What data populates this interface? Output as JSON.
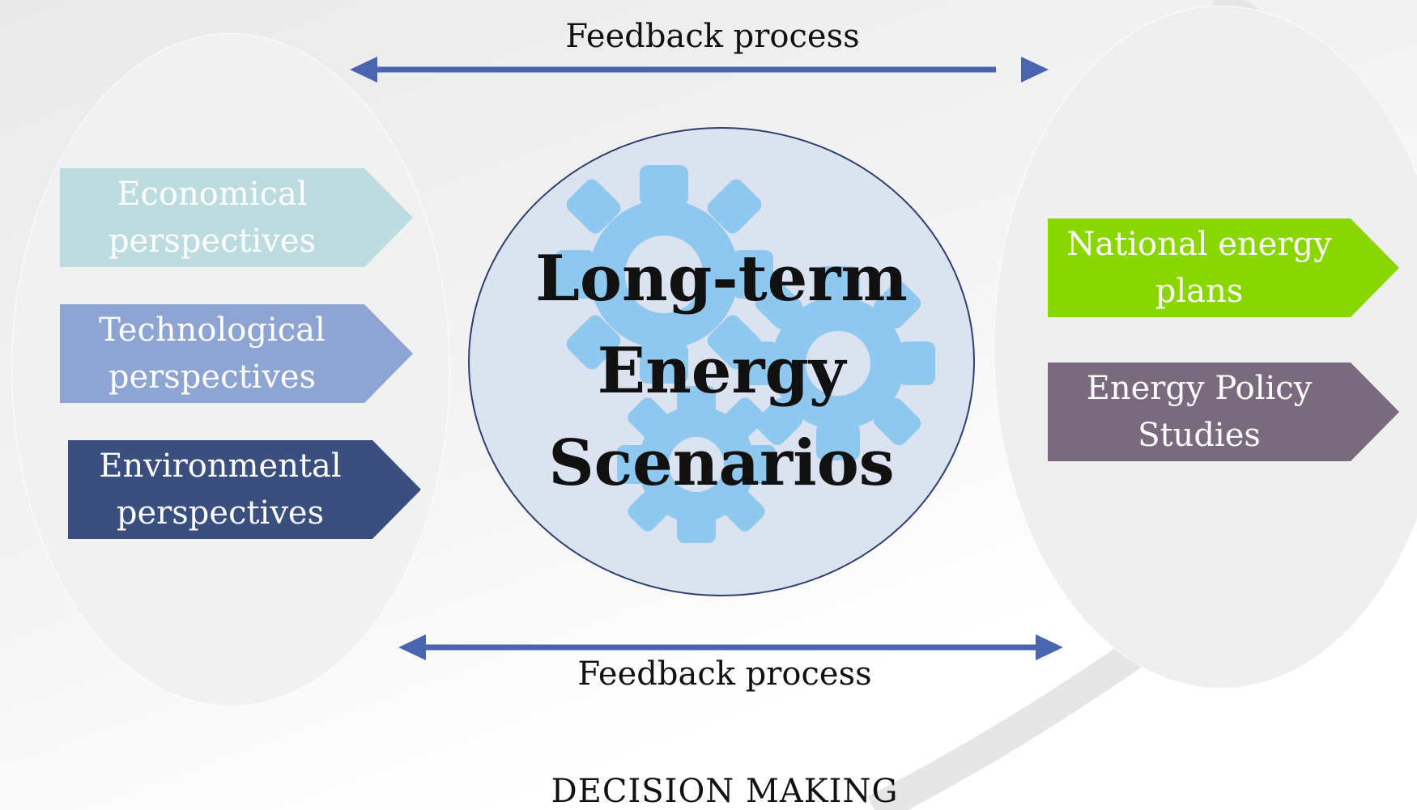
{
  "diagram": {
    "center": {
      "line1": "Long-term",
      "line2": "Energy",
      "line3": "Scenarios"
    },
    "inputs": [
      {
        "line1": "Economical",
        "line2": "perspectives",
        "color": "#bcdcdf"
      },
      {
        "line1": "Technological",
        "line2": "perspectives",
        "color": "#8ea4d2"
      },
      {
        "line1": "Environmental",
        "line2": "perspectives",
        "color": "#3a4f7e"
      }
    ],
    "outputs": [
      {
        "line1": "National energy",
        "line2": "plans",
        "color": "#8ad600"
      },
      {
        "line1": "Energy Policy",
        "line2": "Studies",
        "color": "#796a7d"
      }
    ],
    "feedback_top": "Feedback process",
    "feedback_bottom": "Feedback process",
    "footer": "DECISION MAKING",
    "colors": {
      "arrow": "#4a65b0",
      "gear": "#8fc8ee",
      "circle_fill": "#dbe2f0",
      "circle_border": "#2f3e6e"
    }
  }
}
